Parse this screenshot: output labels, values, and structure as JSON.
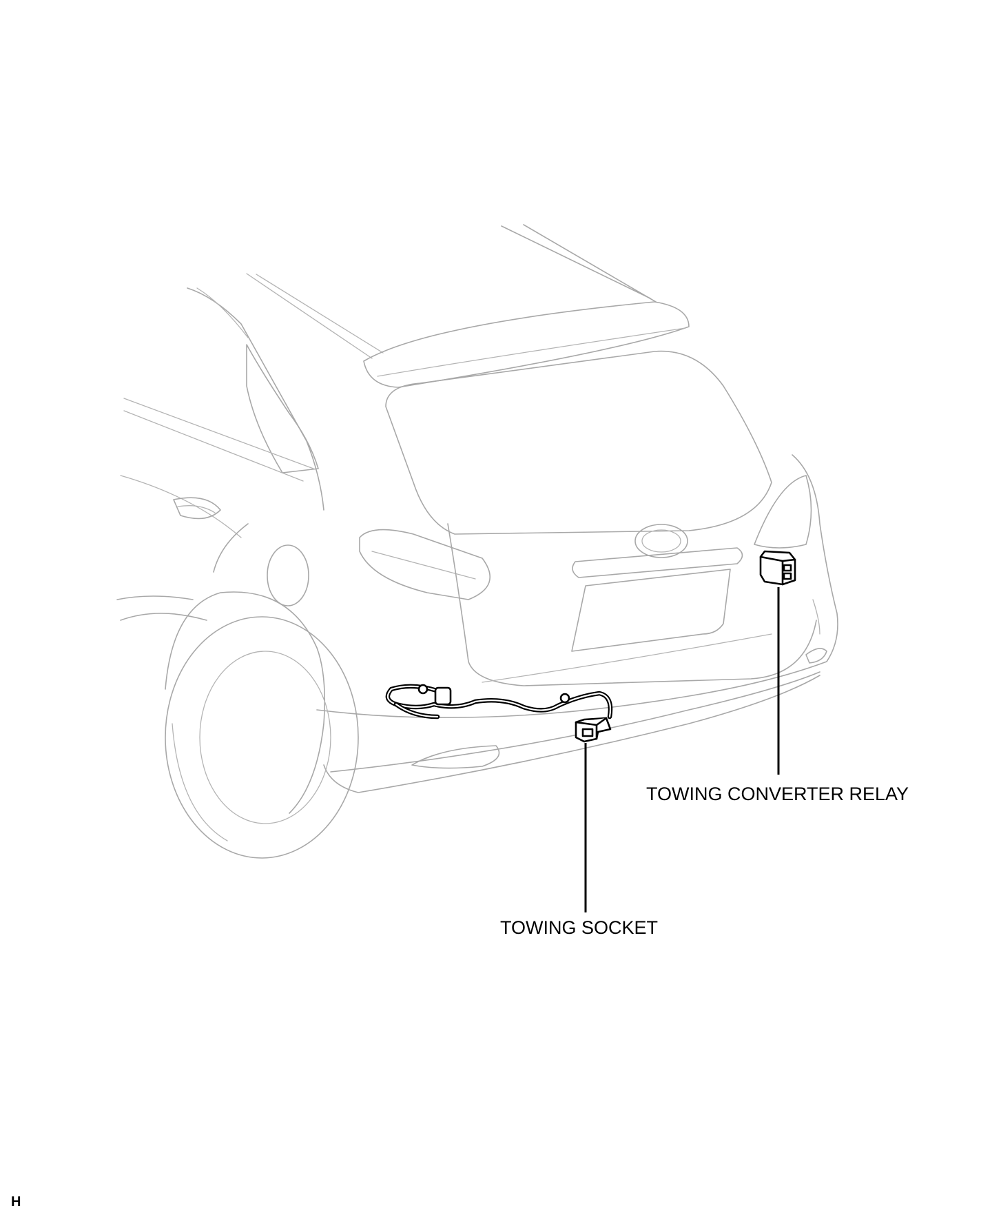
{
  "callouts": {
    "relay": "TOWING CONVERTER RELAY",
    "socket": "TOWING SOCKET"
  },
  "corner_mark": "H",
  "colors": {
    "background": "#ffffff",
    "vehicle_outline": "#a8a8a8",
    "components": "#000000"
  }
}
